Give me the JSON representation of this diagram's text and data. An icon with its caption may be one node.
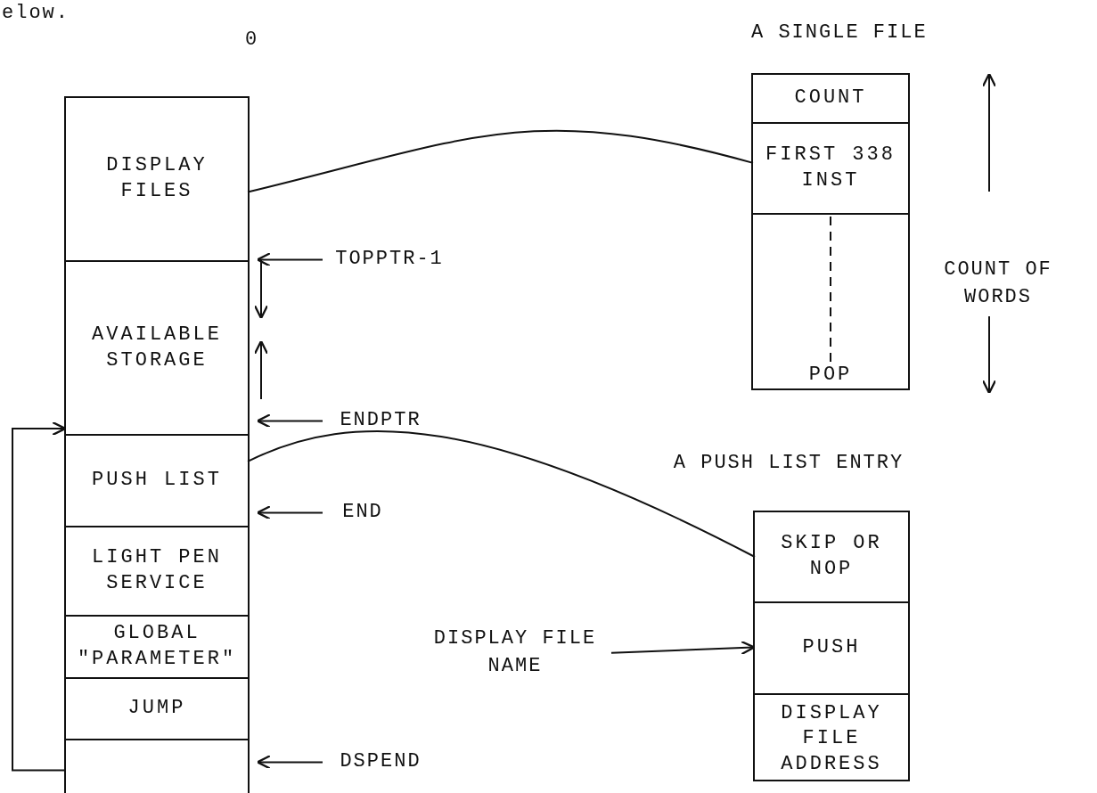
{
  "diagram": {
    "nodes": [
      {
        "text": [],
        "shape": "box"
      },
      {
        "text": [
          "DISPLAY FILES"
        ],
        "in": 0
      },
      {
        "text": [
          "AVAILABLE STORAGE"
        ],
        "in": 0
      },
      {
        "text": [
          "PUSH LIST"
        ],
        "in": 0
      },
      {
        "text": [
          "LIGHT PEN SERVICE"
        ],
        "in": 0
      },
      {
        "text": [
          "GLOBAL \"PARAMETER\""
        ],
        "in": 0
      },
      {
        "text": [
          "JUMP"
        ],
        "in": 0
      },
      {
        "text": [],
        "shape": "box",
        "in": 0
      },
      {
        "text": [
          "A SINGLE FILE"
        ]
      },
      {
        "text": [
          "COUNT"
        ],
        "in": 8
      },
      {
        "text": [
          "FIRST 338 INST"
        ],
        "in": 8
      },
      {
        "text": [
          "POP"
        ],
        "in": 8
      },
      {
        "text": [
          "A PUSH LIST ENTRY"
        ]
      },
      {
        "text": [
          "SKIP OR NOP"
        ],
        "in": 12
      },
      {
        "text": [
          "PUSH"
        ],
        "in": 12
      },
      {
        "text": [
          "DISPLAY FILE ADDRESS"
        ],
        "in": 12
      },
      {
        "text": [
          "TOPPTR-1"
        ]
      },
      {
        "text": [
          "ENDPTR"
        ]
      },
      {
        "text": [
          "END"
        ]
      },
      {
        "text": [
          "DSPEND"
        ]
      },
      {
        "text": [
          "DISPLAY FILE NAME"
        ]
      }
    ],
    "edges": [
      {
        "from": 1,
        "to": 10,
        "arrow": "none"
      },
      {
        "from": 3,
        "to": 13,
        "arrow": "none"
      },
      {
        "from": 16,
        "to": 2,
        "arrow": "to"
      },
      {
        "from": 17,
        "to": 3,
        "arrow": "to"
      },
      {
        "from": 18,
        "to": 4,
        "arrow": "to"
      },
      {
        "from": 19,
        "to": 7,
        "arrow": "to"
      },
      {
        "from": 7,
        "to": 3,
        "arrow": "to"
      },
      {
        "from": 20,
        "to": 14,
        "arrow": "to"
      }
    ],
    "labels": [
      "elow.",
      "0",
      "COUNT OF WORDS"
    ]
  }
}
